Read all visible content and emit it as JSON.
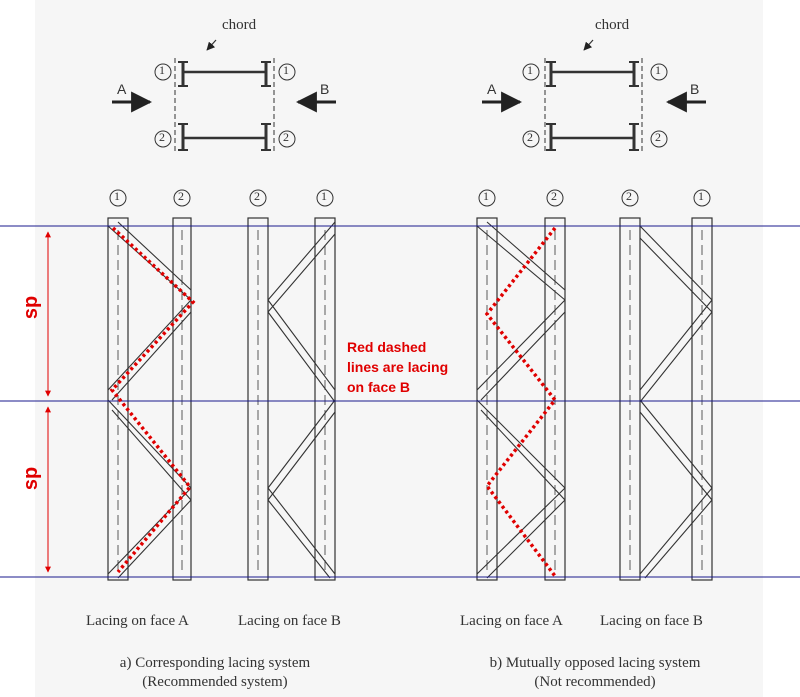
{
  "top": {
    "left": {
      "chord": "chord",
      "face_a": "A",
      "face_b": "B",
      "chord1": "1",
      "chord2": "2"
    },
    "right": {
      "chord": "chord",
      "face_a": "A",
      "face_b": "B",
      "chord1": "1",
      "chord2": "2"
    }
  },
  "column_markers": [
    "1",
    "2",
    "2",
    "1",
    "1",
    "2",
    "2",
    "1"
  ],
  "face_labels": {
    "a_left": "Lacing on face A",
    "b_left": "Lacing on face B",
    "a_right": "Lacing on face A",
    "b_right": "Lacing on face B"
  },
  "captions": {
    "a_line1": "a) Corresponding lacing system",
    "a_line2": "(Recommended system)",
    "b_line1": "b) Mutually opposed lacing system",
    "b_line2": "(Not recommended)"
  },
  "annotation": {
    "line1": "Red dashed",
    "line2": "lines are lacing",
    "line3": "on face B"
  },
  "spacing_labels": {
    "upper": "sp",
    "lower": "sp"
  },
  "colors": {
    "guide_lines": "#1a1a8c",
    "annotation": "#e00000",
    "drawing": "#333333"
  }
}
